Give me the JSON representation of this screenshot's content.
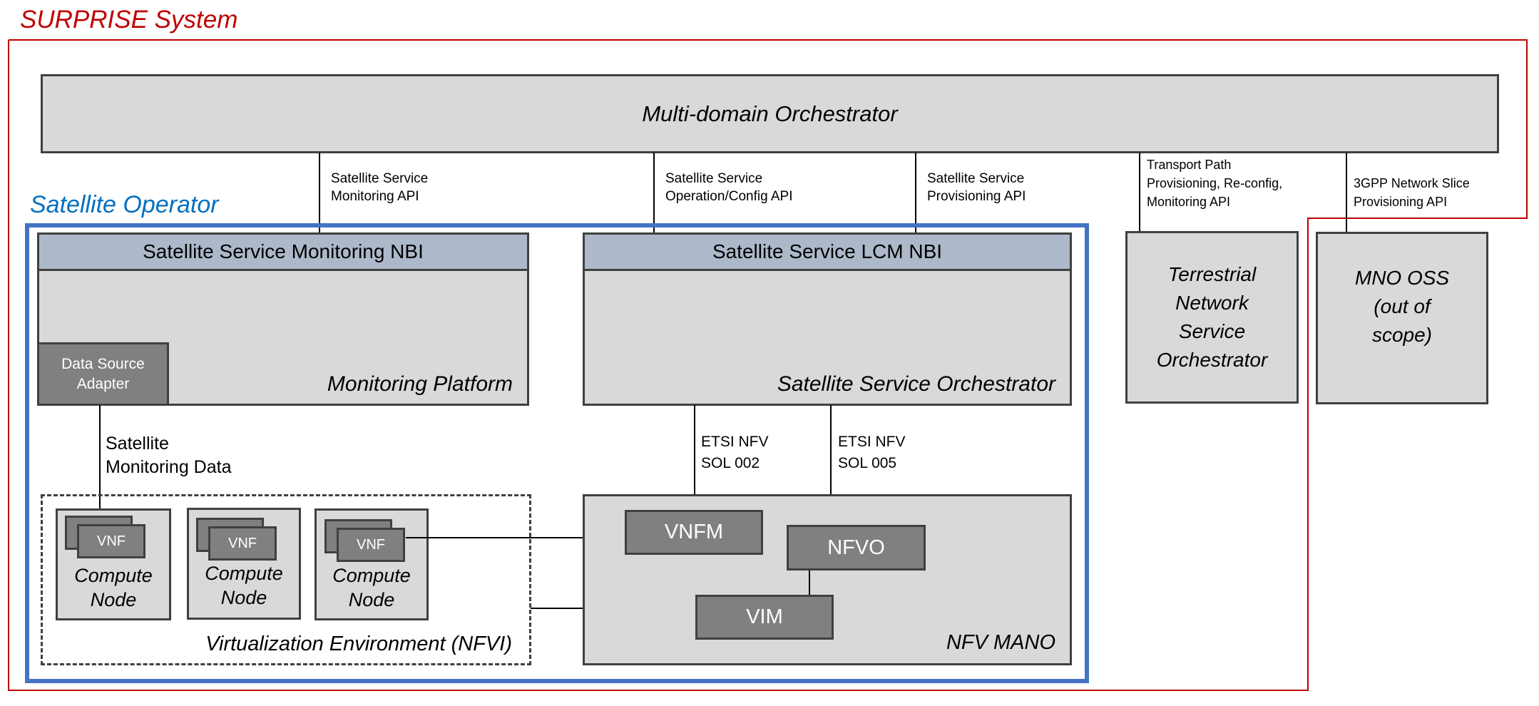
{
  "system": {
    "title": "SURPRISE System",
    "color": "#c00000"
  },
  "operator": {
    "title": "Satellite Operator",
    "color": "#0070c0",
    "border_color": "#4472c4"
  },
  "orchestrator": {
    "label": "Multi-domain Orchestrator"
  },
  "apis": {
    "monitoring": [
      "Satellite Service",
      "Monitoring API"
    ],
    "operation": [
      "Satellite Service",
      "Operation/Config API"
    ],
    "provisioning": [
      "Satellite Service",
      "Provisioning API"
    ],
    "transport": [
      "Transport Path",
      "Provisioning, Re-config,",
      "Monitoring API"
    ],
    "slice": [
      "3GPP Network Slice",
      "Provisioning API"
    ]
  },
  "monitoring_platform": {
    "nbi": "Satellite Service Monitoring NBI",
    "label": "Monitoring Platform",
    "adapter": [
      "Data Source",
      "Adapter"
    ]
  },
  "service_orchestrator": {
    "nbi": "Satellite Service LCM NBI",
    "label": "Satellite Service Orchestrator"
  },
  "monitoring_data": [
    "Satellite",
    "Monitoring Data"
  ],
  "sol": {
    "sol002": [
      "ETSI NFV",
      "SOL 002"
    ],
    "sol005": [
      "ETSI NFV",
      "SOL 005"
    ]
  },
  "nfvi": {
    "label": "Virtualization Environment (NFVI)",
    "nodes": [
      {
        "vnf": "VNF",
        "label": [
          "Compute",
          "Node"
        ]
      },
      {
        "vnf": "VNF",
        "label": [
          "Compute",
          "Node"
        ]
      },
      {
        "vnf": "VNF",
        "label": [
          "Compute",
          "Node"
        ]
      }
    ]
  },
  "mano": {
    "label": "NFV MANO",
    "vnfm": "VNFM",
    "nfvo": "NFVO",
    "vim": "VIM"
  },
  "terrestrial": {
    "label": [
      "Terrestrial",
      "Network",
      "Service",
      "Orchestrator"
    ]
  },
  "mno": {
    "label": [
      "MNO OSS",
      "(out of",
      "scope)"
    ]
  },
  "colors": {
    "box_fill": "#d9d9d9",
    "box_border": "#404040",
    "header_fill": "#adb9ca",
    "dark_fill": "#808080"
  }
}
